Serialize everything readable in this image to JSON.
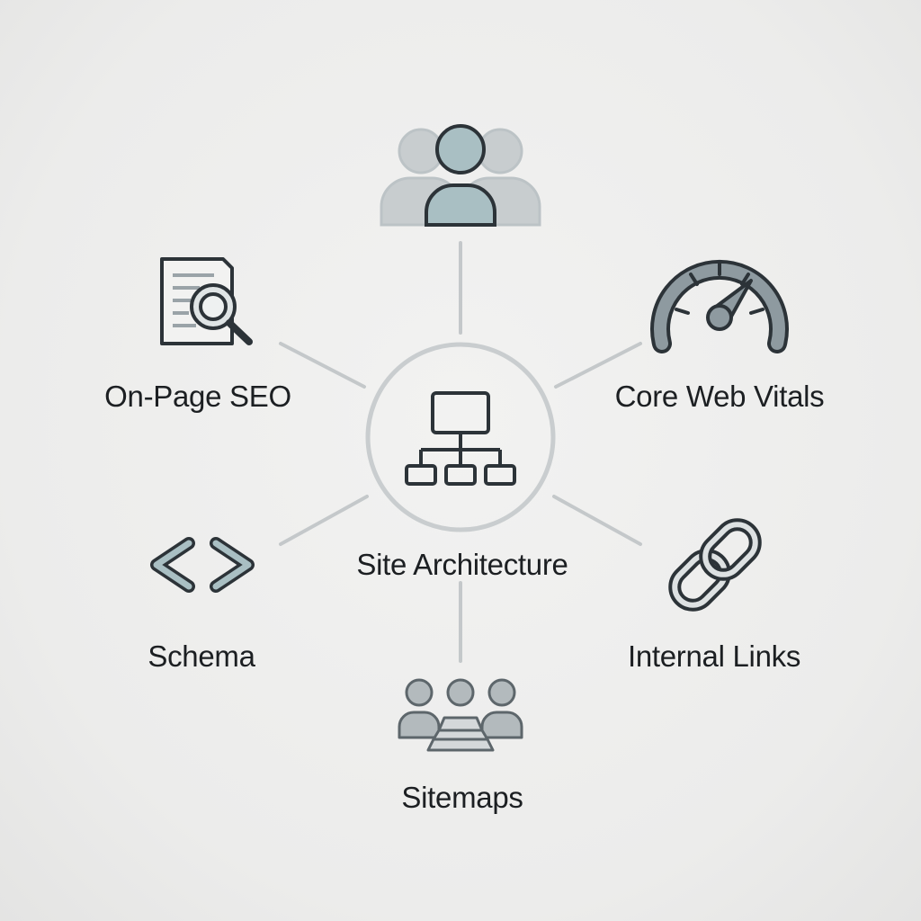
{
  "diagram": {
    "center": {
      "label": "Site Architecture",
      "icon": "sitemap-hierarchy-icon"
    },
    "nodes": [
      {
        "id": "audience",
        "label": "",
        "icon": "user-group-icon"
      },
      {
        "id": "on-page-seo",
        "label": "On-Page SEO",
        "icon": "document-search-icon"
      },
      {
        "id": "core-web-vitals",
        "label": "Core Web Vitals",
        "icon": "speedometer-icon"
      },
      {
        "id": "schema",
        "label": "Schema",
        "icon": "code-brackets-icon"
      },
      {
        "id": "internal-links",
        "label": "Internal Links",
        "icon": "chain-link-icon"
      },
      {
        "id": "sitemaps",
        "label": "Sitemaps",
        "icon": "people-podium-icon"
      }
    ],
    "colors": {
      "background": "#ececeb",
      "connector": "#c4c8ca",
      "ring": "#c9cdcf",
      "stroke": "#2c3338",
      "accent_fill": "#a9bfc3",
      "muted_fill": "#bfc5c8",
      "text": "#1c1f22"
    }
  }
}
